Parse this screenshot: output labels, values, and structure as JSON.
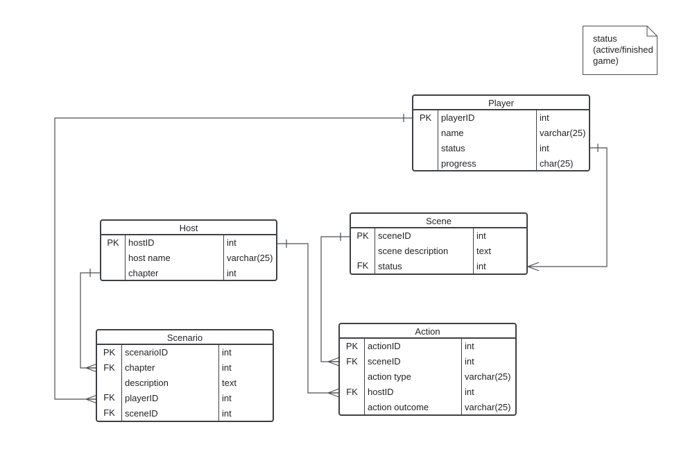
{
  "note": {
    "lines": [
      "status",
      "(active/finished",
      "game)"
    ]
  },
  "entities": {
    "player": {
      "title": "Player",
      "rows": [
        {
          "key": "PK",
          "name": "playerID",
          "type": "int"
        },
        {
          "key": "",
          "name": "name",
          "type": "varchar(25)"
        },
        {
          "key": "",
          "name": "status",
          "type": "int"
        },
        {
          "key": "",
          "name": "progress",
          "type": "char(25)"
        }
      ]
    },
    "host": {
      "title": "Host",
      "rows": [
        {
          "key": "PK",
          "name": "hostID",
          "type": "int"
        },
        {
          "key": "",
          "name": "host name",
          "type": "varchar(25)"
        },
        {
          "key": "",
          "name": "chapter",
          "type": "int"
        }
      ]
    },
    "scene": {
      "title": "Scene",
      "rows": [
        {
          "key": "PK",
          "name": "sceneID",
          "type": "int"
        },
        {
          "key": "",
          "name": "scene description",
          "type": "text"
        },
        {
          "key": "FK",
          "name": "status",
          "type": "int"
        }
      ]
    },
    "scenario": {
      "title": "Scenario",
      "rows": [
        {
          "key": "PK",
          "name": "scenarioID",
          "type": "int"
        },
        {
          "key": "FK",
          "name": "chapter",
          "type": "int"
        },
        {
          "key": "",
          "name": "description",
          "type": "text"
        },
        {
          "key": "FK",
          "name": "playerID",
          "type": "int"
        },
        {
          "key": "FK",
          "name": "sceneID",
          "type": "int"
        }
      ]
    },
    "action": {
      "title": "Action",
      "rows": [
        {
          "key": "PK",
          "name": "actionID",
          "type": "int"
        },
        {
          "key": "FK",
          "name": "sceneID",
          "type": "int"
        },
        {
          "key": "",
          "name": "action type",
          "type": "varchar(25)"
        },
        {
          "key": "FK",
          "name": "hostID",
          "type": "int"
        },
        {
          "key": "",
          "name": "action outcome",
          "type": "varchar(25)"
        }
      ]
    }
  },
  "relationships": [
    {
      "from": "player.playerID",
      "to": "scenario.playerID",
      "from_end": "one",
      "to_end": "many"
    },
    {
      "from": "player.status",
      "to": "scene.status",
      "from_end": "one",
      "to_end": "many"
    },
    {
      "from": "host.chapter",
      "to": "scenario.chapter",
      "from_end": "one",
      "to_end": "many"
    },
    {
      "from": "host.hostID",
      "to": "action.hostID",
      "from_end": "one",
      "to_end": "many"
    },
    {
      "from": "scene.sceneID",
      "to": "action.sceneID",
      "from_end": "one",
      "to_end": "many"
    }
  ]
}
